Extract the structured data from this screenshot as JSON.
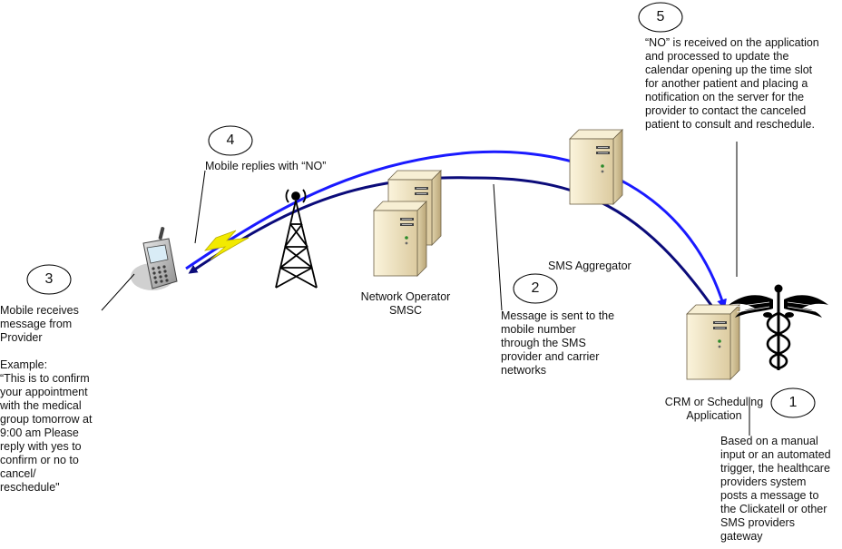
{
  "steps": [
    {
      "number": "1",
      "text": "Based on a manual\ninput or an automated\ntrigger, the healthcare\nproviders system\nposts a message to\nthe Clickatell or other\nSMS providers\ngateway"
    },
    {
      "number": "2",
      "text": "Message is sent to the\nmobile number\nthrough the SMS\nprovider and carrier\nnetworks"
    },
    {
      "number": "3",
      "text": "Mobile receives\nmessage from\nProvider\n\nExample:\n“This is to confirm\nyour appointment\nwith the medical\ngroup tomorrow at\n9:00 am Please\nreply with yes to\nconfirm or no to\ncancel/\nreschedule\""
    },
    {
      "number": "4",
      "text": "Mobile replies with “NO”"
    },
    {
      "number": "5",
      "text": "“NO” is received on the application\nand processed to update the\ncalendar opening up the time slot\nfor another patient and placing a\nnotification on the server for the\nprovider to contact the canceled\npatient to consult and reschedule."
    }
  ],
  "nodes": {
    "network_operator": "Network Operator\nSMSC",
    "sms_aggregator": "SMS Aggregator",
    "crm": "CRM or Scheduling\nApplication"
  },
  "colors": {
    "arrow_blue": "#1a1aff",
    "arrow_navy": "#0b0b7a",
    "lightning": "#f2ea00",
    "server_body": "#efe3c0"
  },
  "icons": [
    "mobile-phone-icon",
    "cell-tower-icon",
    "server-icon",
    "caduceus-icon",
    "lightning-icon"
  ]
}
